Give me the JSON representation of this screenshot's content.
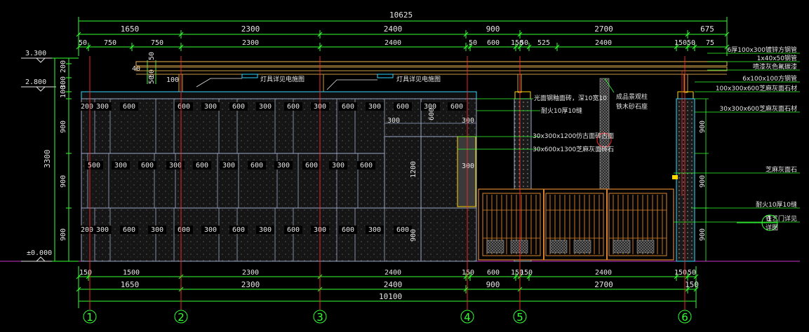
{
  "drawing": {
    "colors": {
      "background": "#000000",
      "dimension_line": "#33ff33",
      "axis_line": "#ff2a2a",
      "outline": "#9aa8c8",
      "wall_fill": "#1c1c1c",
      "gate": "#d9822b",
      "beam": "#c99a44",
      "cyan": "#33d6ff",
      "ground": "#cc33cc"
    },
    "top_dims": {
      "overall": "10625",
      "row1": [
        "1650",
        "2300",
        "2400",
        "900",
        "2700",
        "675"
      ],
      "row2": [
        "50",
        "750",
        "750",
        "2300",
        "2400",
        "50",
        "600",
        "150",
        "50",
        "525",
        "2400",
        "150",
        "50",
        "75"
      ]
    },
    "bottom_dims": {
      "overall": "10100",
      "row1": [
        "150",
        "1500",
        "2300",
        "2400",
        "150",
        "600",
        "150",
        "150",
        "2400",
        "150",
        "50"
      ],
      "row2": [
        "1650",
        "2300",
        "2400",
        "900",
        "2700",
        "150"
      ]
    },
    "left_dims": {
      "outer": [
        "3300"
      ],
      "inner": [
        "200",
        "300",
        "100",
        "900",
        "900",
        "900"
      ],
      "small": [
        "50",
        "50",
        "50",
        "40"
      ]
    },
    "levels": [
      "3.300",
      "2.800",
      "±0.000"
    ],
    "axes": [
      "1",
      "2",
      "3",
      "4",
      "5",
      "6"
    ],
    "wall_row_top": [
      "200",
      "300",
      "600",
      "600",
      "300",
      "600",
      "300",
      "600",
      "300",
      "600",
      "300",
      "600",
      "300",
      "600"
    ],
    "wall_row_mid": [
      "500",
      "300",
      "600",
      "300",
      "600",
      "300",
      "600",
      "300",
      "600",
      "300",
      "600"
    ],
    "wall_row_bot": [
      "200",
      "300",
      "600",
      "300",
      "600",
      "300",
      "600",
      "300",
      "600",
      "300",
      "600",
      "300",
      "600"
    ],
    "right_panel": {
      "top": [
        "300",
        "600"
      ],
      "row2": [
        "300",
        "300"
      ],
      "vert": "600",
      "side": "1200",
      "mid": "300",
      "bot_vert": "900"
    },
    "right_col_dims": [
      "900",
      "900",
      "900"
    ],
    "beam_dims": {
      "left": "100"
    },
    "lamp_labels": [
      "灯具详见电施图",
      "灯具详见电施图"
    ],
    "callouts_mid": [
      "光面钢釉面砖，深10宽10",
      "耐火10厚10缝",
      "30x300x1200仿古面砖古面",
      "30x600x1300芝麻灰面砖石"
    ],
    "callouts_top": [
      "成品景观柱",
      "铁木砂石座"
    ],
    "callouts_right": [
      "6厚100x300镀锌方钢管",
      "1x40x50钢管",
      "喷漆灰色氟碳漆",
      "6x100x100方钢管",
      "100x300x600芝麻灰面石材",
      "30x300x600芝麻灰面石材",
      "芝麻灰面石",
      "耐火10厚10缝",
      "铁艺门详见"
    ],
    "detail_bubble": {
      "num": "1",
      "sub": "详图"
    }
  }
}
